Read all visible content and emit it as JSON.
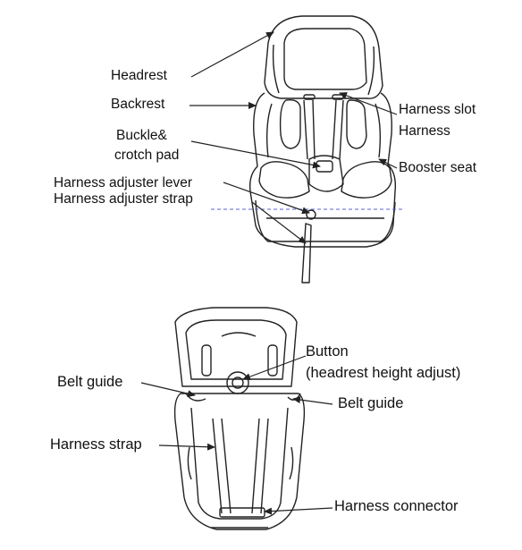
{
  "figure": {
    "front_view": {
      "labels": {
        "headrest": "Headrest",
        "backrest": "Backrest",
        "buckle_line1": "Buckle&",
        "buckle_line2": "crotch pad",
        "adjuster_lever": "Harness adjuster lever",
        "adjuster_strap": "Harness adjuster strap",
        "harness_slot": "Harness slot",
        "harness": "Harness",
        "booster_seat": "Booster seat"
      }
    },
    "rear_view": {
      "labels": {
        "belt_guide_left": "Belt guide",
        "button_line1": "Button",
        "button_line2": "(headrest height adjust)",
        "belt_guide_right": "Belt guide",
        "harness_strap": "Harness strap",
        "harness_connector": "Harness connector"
      }
    }
  },
  "colors": {
    "line": "#222222",
    "guide_dash": "#5b63d6"
  }
}
